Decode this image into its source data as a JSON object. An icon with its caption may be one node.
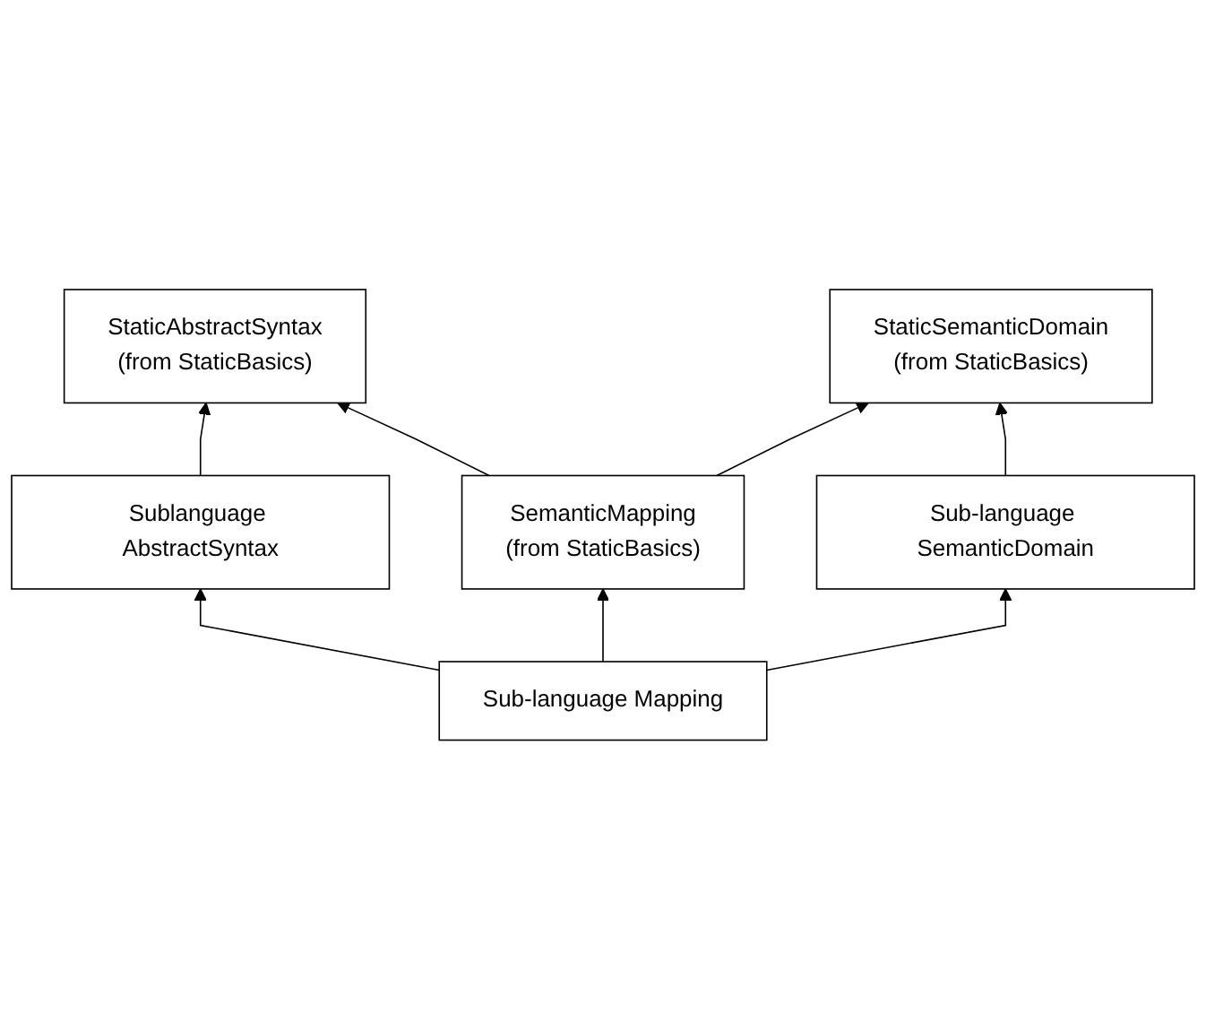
{
  "diagram": {
    "nodes": [
      {
        "text": [
          "StaticAbstractSyntax",
          "(from StaticBasics)"
        ]
      },
      {
        "text": [
          "StaticSemanticDomain",
          "(from StaticBasics)"
        ]
      },
      {
        "text": [
          "SemanticMapping",
          "(from StaticBasics)"
        ]
      },
      {
        "text": [
          "Sublanguage AbstractSyntax"
        ]
      },
      {
        "text": [
          "Sub-language SemanticDomain"
        ]
      },
      {
        "text": [
          "Sub-language Mapping"
        ]
      }
    ],
    "edges": [
      {
        "from": 2,
        "to": 0,
        "arrow": "to"
      },
      {
        "from": 2,
        "to": 1,
        "arrow": "to"
      },
      {
        "from": 3,
        "to": 0,
        "arrow": "to"
      },
      {
        "from": 4,
        "to": 1,
        "arrow": "to"
      },
      {
        "from": 5,
        "to": 3,
        "arrow": "to"
      },
      {
        "from": 5,
        "to": 2,
        "arrow": "to"
      },
      {
        "from": 5,
        "to": 4,
        "arrow": "to"
      }
    ]
  }
}
